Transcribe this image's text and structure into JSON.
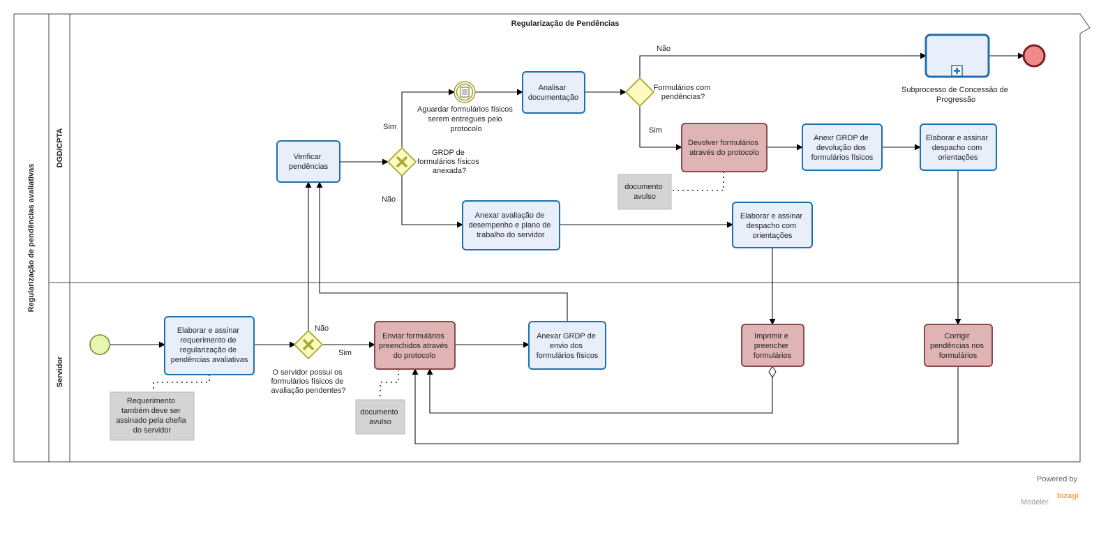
{
  "pool": {
    "title": "Regularização de pendências avaliativas",
    "subtitle": "Regularização de Pendências"
  },
  "lanes": {
    "dgd": "DGD/CPTA",
    "servidor": "Servidor"
  },
  "tasks": {
    "elaborar_requerimento": [
      "Elaborar e assinar",
      "requerimento de",
      "regularização de",
      "pendências avaliativas"
    ],
    "verificar": [
      "Verificar",
      "pendências"
    ],
    "enviar_formularios": [
      "Enviar formulários",
      "preenchidos através",
      "do protocolo"
    ],
    "anexar_grdp_envio": [
      "Anexar GRDP de",
      "envio dos",
      "formulários físicos"
    ],
    "analisar": [
      "Analisar",
      "documentação"
    ],
    "anexar_avaliacao": [
      "Anexar avaliação de",
      "desempenho e plano de",
      "trabalho do servidor"
    ],
    "devolver": [
      "Devolver formulários",
      "através do protocolo"
    ],
    "anexar_grdp_devolucao": [
      "Anexr GRDP de",
      "devolução dos",
      "formulários físicos"
    ],
    "elaborar_despacho_1": [
      "Elaborar e assinar",
      "despacho com",
      "orientações"
    ],
    "elaborar_despacho_2": [
      "Elaborar e assinar",
      "despacho com",
      "orientações"
    ],
    "imprimir": [
      "Imprimir e",
      "preencher",
      "formulários"
    ],
    "corrigir": [
      "Corrigir",
      "pendências nos",
      "formulários"
    ],
    "subprocesso": [
      "Subprocesso de Concessão de",
      "Progressão"
    ]
  },
  "gateways": {
    "servidor_possui": [
      "O servidor possui os",
      "formulários físicos de",
      "avaliação pendentes?"
    ],
    "grdp_anexada": [
      "GRDP de",
      "formulários físicos",
      "anexada?"
    ],
    "formularios_pendencias": [
      "Formulários com",
      "pendências?"
    ]
  },
  "events": {
    "aguardar": [
      "Aguardar formulários físicos",
      "serem entregues pelo",
      "protocolo"
    ]
  },
  "flow_labels": {
    "sim": "Sim",
    "nao": "Não"
  },
  "annotations": {
    "requerimento": [
      "Requerimento",
      "também deve ser",
      "assinado pela chefia",
      "do servidor"
    ],
    "documento_avulso_1": [
      "documento",
      "avulso"
    ],
    "documento_avulso_2": [
      "documento",
      "avulso"
    ]
  },
  "branding": {
    "powered": "Powered by",
    "name": "bizagi",
    "product": "Modeler"
  },
  "colors": {
    "task_fill": "#e8effb",
    "task_stroke": "#1f6fae",
    "red_task_fill": "#e0b4b4",
    "red_task_stroke": "#8a4a4a",
    "gateway_fill": "#fbfbbf",
    "gateway_stroke": "#a6a63a",
    "start_fill": "#e7f7b2",
    "end_fill": "#f08a8a",
    "annotation_fill": "#d4d4d4",
    "brand": "#f5a04a"
  }
}
